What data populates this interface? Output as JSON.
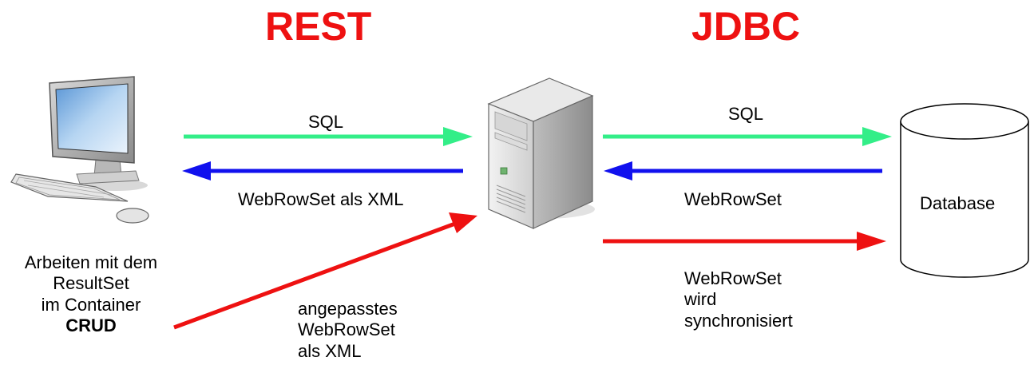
{
  "headings": {
    "rest": "REST",
    "jdbc": "JDBC"
  },
  "colors": {
    "heading": "#ee1111",
    "sql_arrow": "#33ee88",
    "rowset_arrow": "#1111ee",
    "sync_arrow": "#ee1111"
  },
  "icons": {
    "client": "desktop-computer-icon",
    "server": "tower-server-icon",
    "database": "database-cylinder-icon"
  },
  "client": {
    "line1": "Arbeiten mit dem",
    "line2": "ResultSet",
    "line3": "im Container",
    "line4": "CRUD"
  },
  "left_arrows": {
    "sql": "SQL",
    "rowset": "WebRowSet als XML",
    "modified_line1": "angepasstes",
    "modified_line2": "WebRowSet",
    "modified_line3": "als XML"
  },
  "right_arrows": {
    "sql": "SQL",
    "rowset": "WebRowSet",
    "sync_line1": "WebRowSet",
    "sync_line2": "wird",
    "sync_line3": "synchronisiert"
  },
  "database": {
    "label": "Database"
  }
}
